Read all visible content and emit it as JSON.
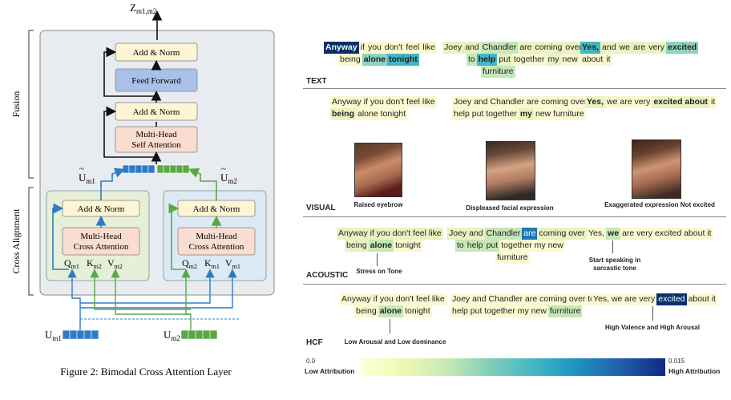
{
  "figure": {
    "caption": "Figure 2: Bimodal Cross Attention Layer",
    "output_label_main": "Z",
    "output_label_sub": "m1,m2",
    "side_labels": {
      "fusion": "Fusion",
      "cross_alignment": "Cross Alignment"
    },
    "fusion_blocks": {
      "add_norm_top": "Add & Norm",
      "feed_forward": "Feed Forward",
      "add_norm_mid": "Add & Norm",
      "self_attention_1": "Multi-Head",
      "self_attention_2": "Self Attention"
    },
    "left_branch": {
      "add_norm": "Add & Norm",
      "cross_attention_1": "Multi-Head",
      "cross_attention_2": "Cross Attention",
      "q": "Q",
      "q_sub": "m1",
      "k": "K",
      "k_sub": "m2",
      "v": "V",
      "v_sub": "m2",
      "u_tilde": "U",
      "u_tilde_sub": "m1"
    },
    "right_branch": {
      "add_norm": "Add & Norm",
      "cross_attention_1": "Multi-Head",
      "cross_attention_2": "Cross Attention",
      "q": "Q",
      "q_sub": "m2",
      "k": "K",
      "k_sub": "m1",
      "v": "V",
      "v_sub": "m1",
      "u_tilde": "U",
      "u_tilde_sub": "m2"
    },
    "inputs": {
      "u1": "U",
      "u1_sub": "m1",
      "u2": "U",
      "u2_sub": "m2"
    },
    "colors": {
      "blue": "#2e7bc4",
      "green": "#5aa845",
      "fusion_bg": "#e8ebf0",
      "left_bg": "#e6efd8",
      "right_bg": "#dde9f5"
    }
  },
  "attribution": {
    "modalities": [
      "TEXT",
      "VISUAL",
      "ACOUSTIC",
      "HCF"
    ],
    "text": {
      "seg1_line1": [
        "Anyway",
        "if",
        "you",
        "don't",
        "feel",
        "like"
      ],
      "seg1_line2": [
        "being",
        "alone",
        "tonight"
      ],
      "seg2_line1": [
        "Joey",
        "and",
        "Chandler",
        "are",
        "coming",
        "over"
      ],
      "seg2_line2": [
        "to",
        "help",
        "put",
        "together",
        "my",
        "new"
      ],
      "seg2_line3": [
        "furniture"
      ],
      "seg3_line1": [
        "Yes,",
        "and",
        "we",
        "are",
        "very",
        "excited"
      ],
      "seg3_line2": [
        "about",
        "it"
      ]
    },
    "visual": {
      "seg1_line1": "Anyway if you don't feel like",
      "seg1_b": "being",
      "seg1_rest": "alone tonight",
      "seg2_line1": "Joey and Chandler are  coming  over to",
      "seg2_a": "help put  together",
      "seg2_b": "my",
      "seg2_c": "new furniture",
      "seg3_a": "Yes,",
      "seg3_b": "we are very",
      "seg3_c": "excited about",
      "seg3_d": "it",
      "captions": [
        "Raised eyebrow",
        "Displeased facial expression",
        "Exaggerated expression Not excited"
      ]
    },
    "acoustic": {
      "seg1_line1": "Anyway if you don't feel like",
      "seg1_a": "being",
      "seg1_b": "alone",
      "seg1_c": "tonight",
      "seg2_a": "Joey and",
      "seg2_b": "Chandler",
      "seg2_c": "are",
      "seg2_d": "coming over",
      "seg2_e": "to",
      "seg2_f": "help",
      "seg2_g": "put",
      "seg2_h": "together my new",
      "seg2_i": "furniture",
      "seg3_a": "Yes,",
      "seg3_b": "we",
      "seg3_c": "are very excited about it",
      "notes": [
        "Stress on Tone",
        "Start speaking in",
        "sarcastic tone"
      ]
    },
    "hcf": {
      "seg1_a": "Anyway if you don't  feel  like",
      "seg1_b": "being",
      "seg1_c": "alone",
      "seg1_d": "tonight",
      "seg2_a": "Joey and Chandler are coming over to",
      "seg2_b": "help put together my new",
      "seg2_c": "furniture",
      "seg3_a": "Yes, we are very",
      "seg3_b": "excited",
      "seg3_c": "about it",
      "notes": [
        "Low Arousal and Low dominance",
        "High Valence and High Arousal"
      ]
    },
    "colorbar": {
      "min": "0.0",
      "max": "0.015",
      "low_label": "Low Attribution",
      "high_label": "High Attribution"
    }
  }
}
